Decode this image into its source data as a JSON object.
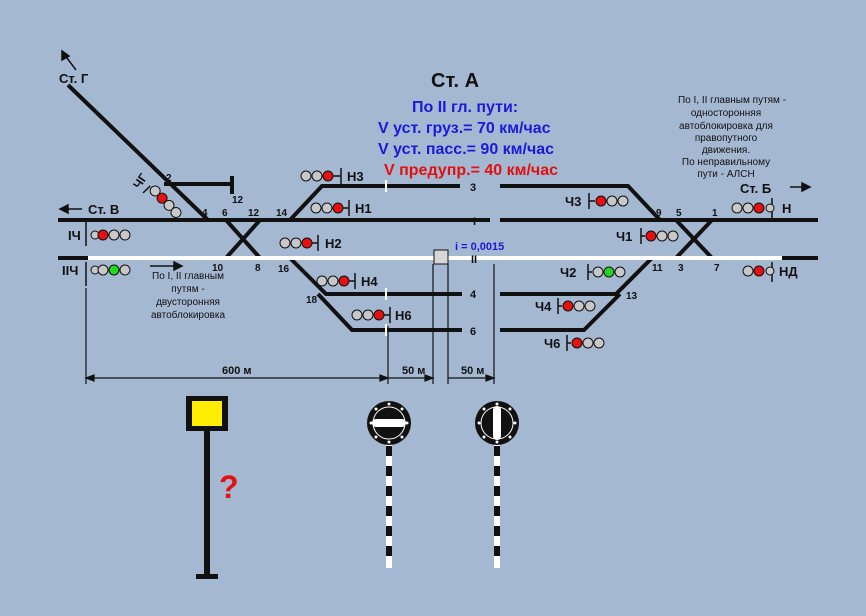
{
  "title": "Ст. А",
  "speed": {
    "line1": "По II гл. пути:",
    "line2": "V уст. груз.= 70 км/час",
    "line3": "V уст. пасс.= 90 км/час",
    "line4": "V предупр.= 40 км/час",
    "color_blue": "#1a1ad8",
    "color_red": "#e01010"
  },
  "note_right": [
    "По I, II главным путям -",
    "односторонняя",
    "автоблокировка для",
    "правопутного",
    "движения.",
    "По неправильному",
    "пути - АЛСН"
  ],
  "note_left": [
    "По I,  II главным",
    "путям -",
    "двусторонняя",
    "автоблокировка"
  ],
  "stations": {
    "g": "Ст. Г",
    "v": "Ст. В",
    "b": "Ст. Б"
  },
  "tracks": {
    "t3": "3",
    "t1": "I",
    "t2": "II",
    "t4": "4",
    "t6": "6"
  },
  "gradient": "i = 0,0015",
  "switches": {
    "s2": "2",
    "s12": "12",
    "s4": "4",
    "s6": "6",
    "s12b": "12",
    "s14": "14",
    "s10": "10",
    "s8": "8",
    "s16": "16",
    "s18": "18",
    "s9": "9",
    "s5": "5",
    "s1": "1",
    "s11": "11",
    "s3": "3",
    "s7": "7",
    "s13": "13"
  },
  "signals": {
    "chg": "ЧГ",
    "n3": "Н3",
    "n1": "Н1",
    "n2": "Н2",
    "n4": "Н4",
    "n6": "Н6",
    "ch3": "Ч3",
    "ch1": "Ч1",
    "ch2": "Ч2",
    "ch4": "Ч4",
    "ch6": "Ч6",
    "n": "Н",
    "nd": "НД",
    "ich": "IЧ",
    "iich": "IIЧ"
  },
  "dimensions": {
    "d1": "600 м",
    "d2": "50 м",
    "d3": "50 м"
  },
  "question": "?",
  "colors": {
    "red": "#e51010",
    "green": "#22d622",
    "grey": "#c8c8c8",
    "yellow": "#ffee00",
    "track": "#111111",
    "white": "#ffffff"
  }
}
